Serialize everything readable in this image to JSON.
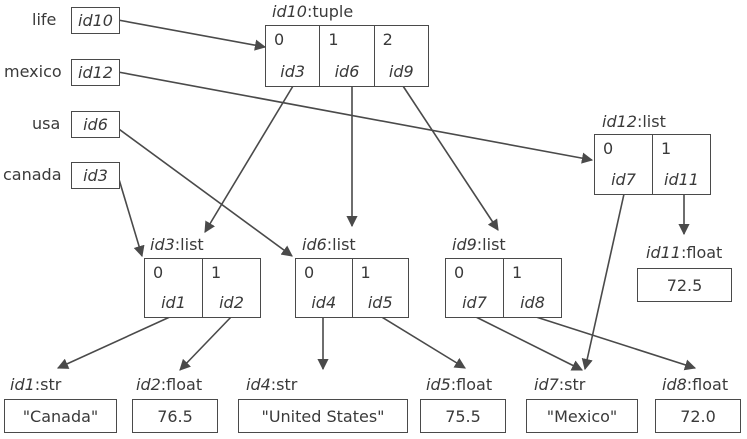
{
  "variables": [
    {
      "name": "life",
      "ref": "id10"
    },
    {
      "name": "mexico",
      "ref": "id12"
    },
    {
      "name": "usa",
      "ref": "id6"
    },
    {
      "name": "canada",
      "ref": "id3"
    }
  ],
  "sequences": {
    "id10": {
      "id": "id10",
      "type": ":tuple",
      "cells": [
        {
          "index": "0",
          "ref": "id3"
        },
        {
          "index": "1",
          "ref": "id6"
        },
        {
          "index": "2",
          "ref": "id9"
        }
      ]
    },
    "id12": {
      "id": "id12",
      "type": ":list",
      "cells": [
        {
          "index": "0",
          "ref": "id7"
        },
        {
          "index": "1",
          "ref": "id11"
        }
      ]
    },
    "id3": {
      "id": "id3",
      "type": ":list",
      "cells": [
        {
          "index": "0",
          "ref": "id1"
        },
        {
          "index": "1",
          "ref": "id2"
        }
      ]
    },
    "id6": {
      "id": "id6",
      "type": ":list",
      "cells": [
        {
          "index": "0",
          "ref": "id4"
        },
        {
          "index": "1",
          "ref": "id5"
        }
      ]
    },
    "id9": {
      "id": "id9",
      "type": ":list",
      "cells": [
        {
          "index": "0",
          "ref": "id7"
        },
        {
          "index": "1",
          "ref": "id8"
        }
      ]
    }
  },
  "values": {
    "id11": {
      "id": "id11",
      "type": ":float",
      "value": "72.5"
    },
    "id1": {
      "id": "id1",
      "type": ":str",
      "value": "\"Canada\""
    },
    "id2": {
      "id": "id2",
      "type": ":float",
      "value": "76.5"
    },
    "id4": {
      "id": "id4",
      "type": ":str",
      "value": "\"United States\""
    },
    "id5": {
      "id": "id5",
      "type": ":float",
      "value": "75.5"
    },
    "id7": {
      "id": "id7",
      "type": ":str",
      "value": "\"Mexico\""
    },
    "id8": {
      "id": "id8",
      "type": ":float",
      "value": "72.0"
    }
  },
  "colors": {
    "line": "#4a4a4a",
    "text": "#3a3a3a"
  }
}
